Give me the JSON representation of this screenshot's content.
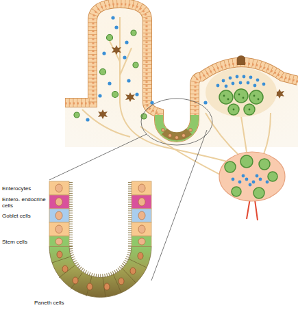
{
  "diagram": {
    "labels": [
      "Enterocytes",
      "Entero- endocrine cells",
      "Goblet cells",
      "Stem cells",
      "Paneth cells"
    ]
  }
}
